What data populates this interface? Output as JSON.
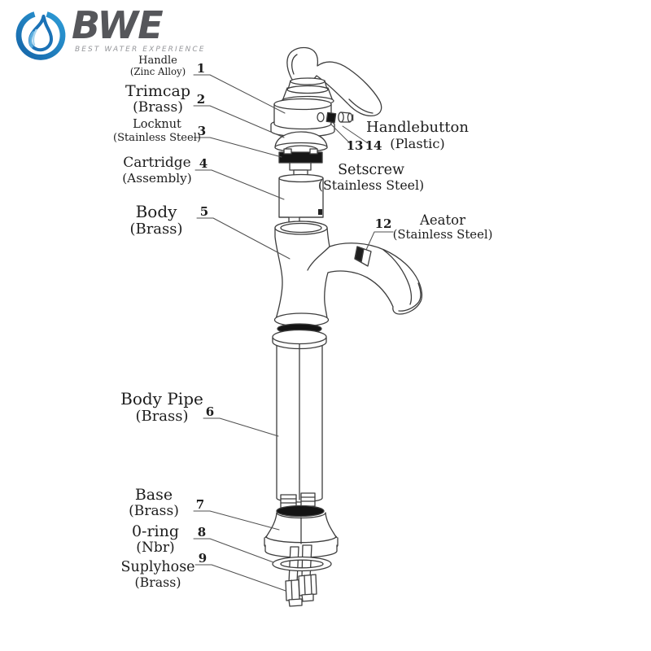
{
  "brand": {
    "name": "BWE",
    "tagline": "BEST WATER EXPERIENCE"
  },
  "colors": {
    "logo_ring_blue": "#1e87c6",
    "logo_drop_blue": "#1b72b6",
    "logo_drop_light_blue": "#8ec9ea",
    "brand_text_gray": "#56575b",
    "tagline_gray": "#95969a",
    "drawing_line": "#3d3d3d",
    "dark_part_fill": "#161616",
    "label_text": "#1d1d1d"
  },
  "labels": {
    "handle": {
      "name": "Handle",
      "material": "(Zinc Alloy)"
    },
    "trimcap": {
      "name": "Trimcap",
      "material": "(Brass)"
    },
    "locknut": {
      "name": "Locknut",
      "material": "(Stainless Steel)"
    },
    "cartridge": {
      "name": "Cartridge",
      "material": "(Assembly)"
    },
    "body": {
      "name": "Body",
      "material": "(Brass)"
    },
    "body_pipe": {
      "name": "Body Pipe",
      "material": "(Brass)"
    },
    "base": {
      "name": "Base",
      "material": "(Brass)"
    },
    "o_ring": {
      "name": "0-ring",
      "material": "(Nbr)"
    },
    "suplyhose": {
      "name": "Suplyhose",
      "material": "(Brass)"
    },
    "handlebutton": {
      "name": "Handlebutton",
      "material": "(Plastic)"
    },
    "setscrew": {
      "name": "Setscrew",
      "material": "(Stainless Steel)"
    },
    "aeator": {
      "name": "Aeator",
      "material": "(Stainless Steel)"
    }
  },
  "callouts": {
    "n1": "1",
    "n2": "2",
    "n3": "3",
    "n4": "4",
    "n5": "5",
    "n6": "6",
    "n7": "7",
    "n8": "8",
    "n9": "9",
    "n12": "12",
    "n13": "13",
    "n14": "14"
  }
}
